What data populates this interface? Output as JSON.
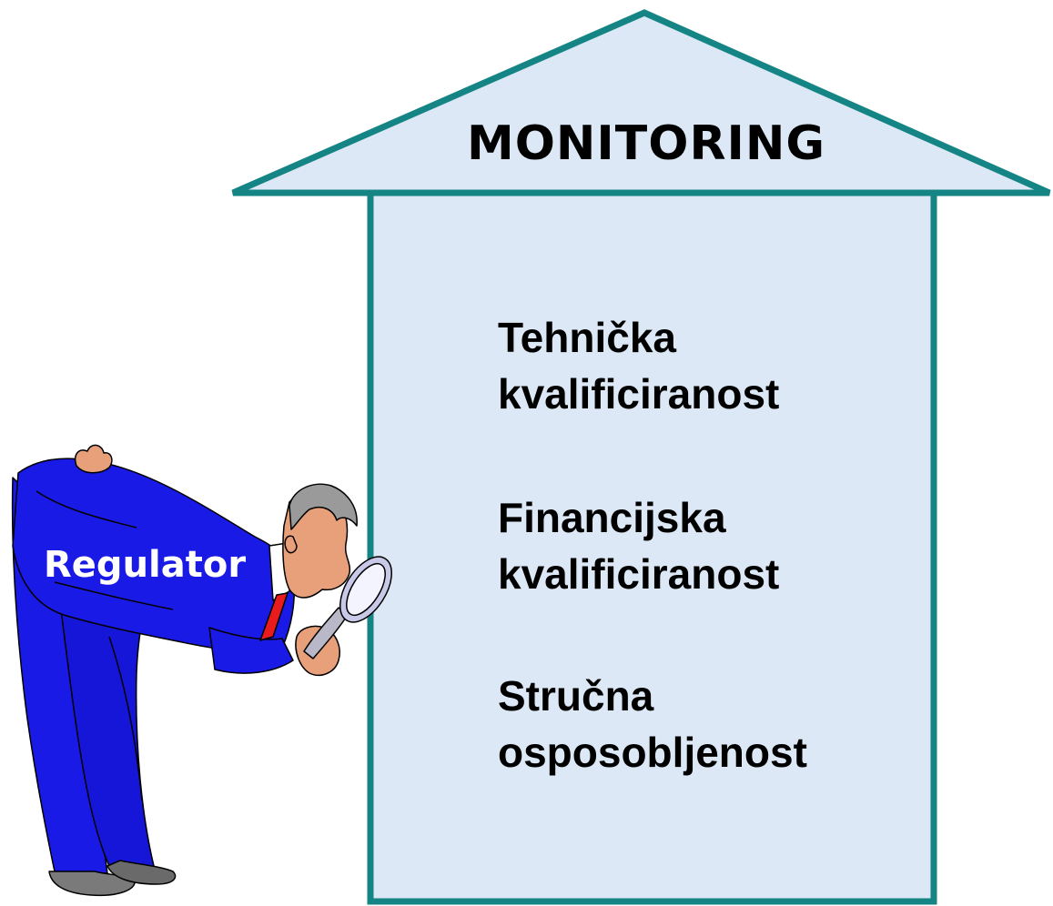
{
  "house": {
    "title": "MONITORING",
    "items": [
      {
        "line1": "Tehnička",
        "line2": "kvalificiranost"
      },
      {
        "line1": "Financijska",
        "line2": "kvalificiranost"
      },
      {
        "line1": "Stručna",
        "line2": "osposobljenost"
      }
    ]
  },
  "figure": {
    "label": "Regulator",
    "icon": "inspector-with-magnifying-glass-icon"
  },
  "colors": {
    "outline": "#148484",
    "fill": "#dce8f5",
    "suit": "#1a1ae6",
    "tie": "#e81c1c"
  }
}
